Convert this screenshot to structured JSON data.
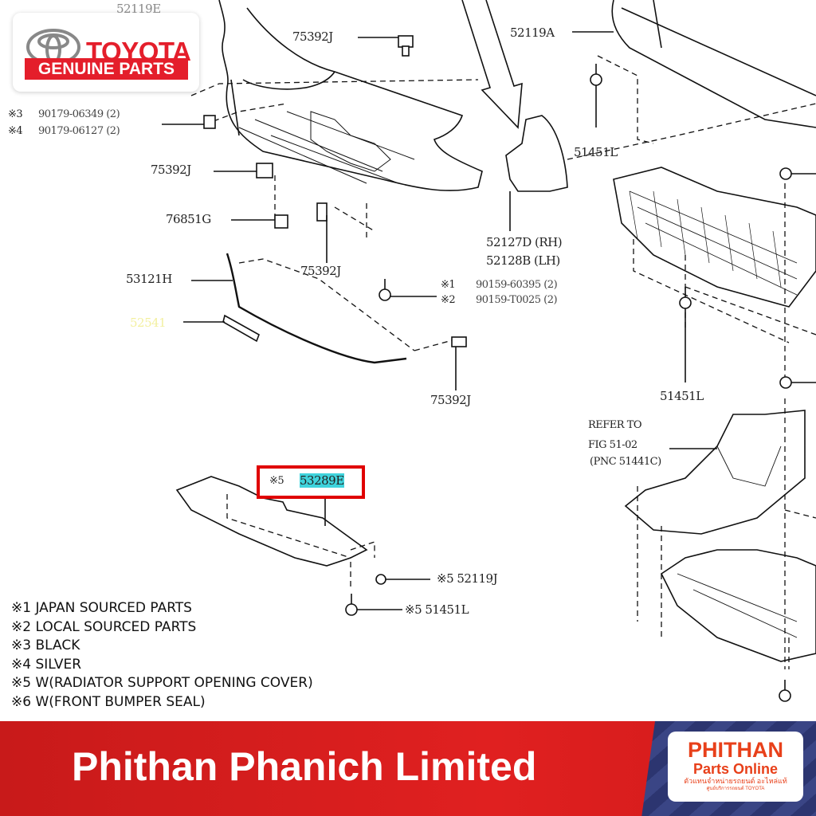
{
  "brand": {
    "name": "TOYOTA",
    "tagline": "GENUINE PARTS",
    "color": "#e41e2b"
  },
  "labels": {
    "l52119e": "52119E",
    "l75392j_top": "75392J",
    "l52119a": "52119A",
    "l90179_a_mark": "※3",
    "l90179_a": "90179-06349 (2)",
    "l90179_b_mark": "※4",
    "l90179_b": "90179-06127 (2)",
    "l51451l_top": "51451L",
    "l75392j_left": "75392J",
    "l76851g": "76851G",
    "l52127d": "52127D (RH)",
    "l52128b": "52128B (LH)",
    "l53121h": "53121H",
    "l75392j_mid": "75392J",
    "l90159_a_mark": "※1",
    "l90159_a": "90159-60395 (2)",
    "l90159_b_mark": "※2",
    "l90159_b": "90159-T0025 (2)",
    "l52541": "52541",
    "l51451l_mid": "51451L",
    "l75392j_bottom": "75392J",
    "refer1": "REFER TO",
    "refer2": "FIG 51-02",
    "refer3": "(PNC 51441C)",
    "l53289e_mark": "※5",
    "l53289e": "53289E",
    "l52119j": "※5 52119J",
    "l51451l_low": "※5 51451L"
  },
  "notes": [
    "※1 JAPAN SOURCED PARTS",
    "※2 LOCAL SOURCED PARTS",
    "※3 BLACK",
    "※4 SILVER",
    "※5 W(RADIATOR SUPPORT OPENING COVER)",
    "※6 W(FRONT BUMPER SEAL)"
  ],
  "highlight_color": "#e00000",
  "footer": {
    "title": "Phithan Phanich Limited",
    "logo_main": "PHITHAN",
    "logo_sub": "Parts Online",
    "logo_thai": "ตัวแทนจำหน่ายรถยนต์ อะไหล่แท้",
    "logo_thai2": "ศูนย์บริการรถยนต์ TOYOTA"
  }
}
